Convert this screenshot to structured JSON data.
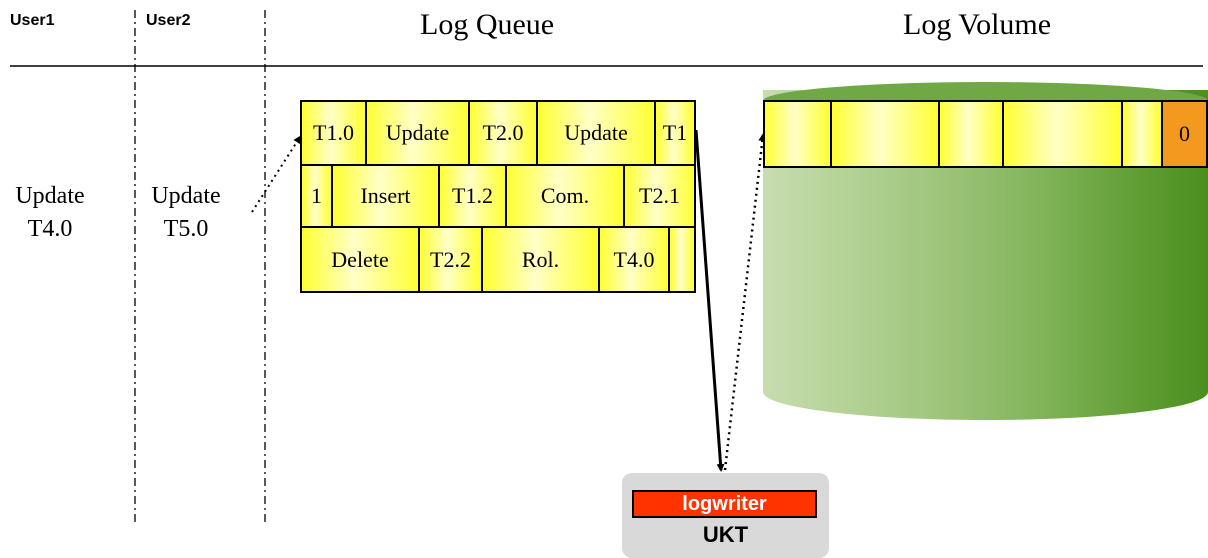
{
  "header": {
    "user1": "User1",
    "user2": "User2",
    "log_queue": "Log Queue",
    "log_volume": "Log Volume"
  },
  "users": {
    "user1": {
      "line1": "Update",
      "line2": "T4.0"
    },
    "user2": {
      "line1": "Update",
      "line2": "T5.0"
    }
  },
  "queue_rows": [
    [
      "T1.0",
      "Update",
      "T2.0",
      "Update",
      "T1"
    ],
    [
      "1",
      "Insert",
      "T1.2",
      "Com.",
      "T2.1"
    ],
    [
      "Delete",
      "T2.2",
      "Rol.",
      "T4.0",
      ""
    ]
  ],
  "volume_cells": [
    "",
    "",
    "",
    "",
    "",
    "0"
  ],
  "ukt": {
    "process": "logwriter",
    "label": "UKT"
  },
  "colors": {
    "cell_yellow": "#ffff33",
    "cylinder_green": "#5f9d32",
    "volume_orange": "#f39a1e",
    "logwriter_red": "#ff3300",
    "ukt_gray": "#d9d9d9"
  }
}
